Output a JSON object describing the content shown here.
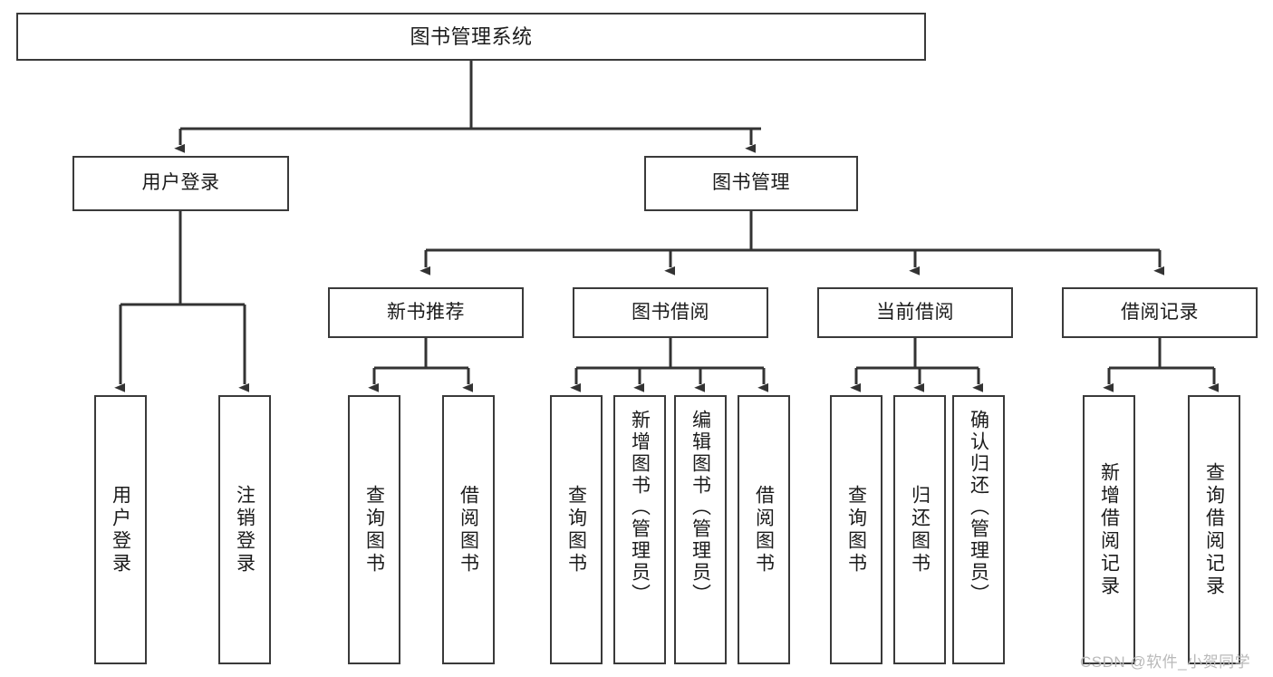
{
  "diagram": {
    "title": "图书管理系统",
    "type": "tree-hierarchy-chart",
    "root": {
      "label": "图书管理系统"
    },
    "level2": [
      {
        "label": "用户登录"
      },
      {
        "label": "图书管理"
      }
    ],
    "level3": [
      {
        "label": "新书推荐"
      },
      {
        "label": "图书借阅"
      },
      {
        "label": "当前借阅"
      },
      {
        "label": "借阅记录"
      }
    ],
    "leaves": {
      "user_login": [
        {
          "label": "用户登录"
        },
        {
          "label": "注销登录"
        }
      ],
      "new_book_recommend": [
        {
          "label": "查询图书"
        },
        {
          "label": "借阅图书"
        }
      ],
      "book_borrow": [
        {
          "label": "查询图书"
        },
        {
          "label": "新增图书（管理员）"
        },
        {
          "label": "编辑图书（管理员）"
        },
        {
          "label": "借阅图书"
        }
      ],
      "current_borrow": [
        {
          "label": "查询图书"
        },
        {
          "label": "归还图书"
        },
        {
          "label": "确认归还（管理员）"
        }
      ],
      "borrow_record": [
        {
          "label": "新增借阅记录"
        },
        {
          "label": "查询借阅记录"
        }
      ]
    },
    "watermark": "CSDN @软件_小贺同学",
    "colors": {
      "border": "#3a3a3a",
      "background": "#ffffff",
      "text": "#1b1b1b",
      "watermark": "#b9b9b9"
    }
  }
}
